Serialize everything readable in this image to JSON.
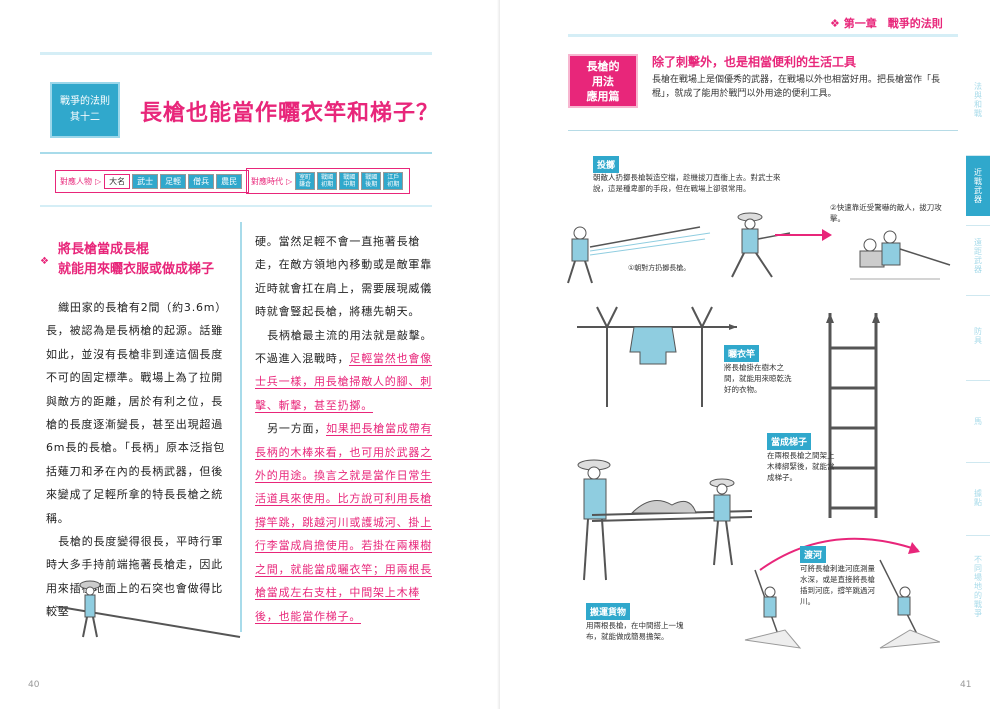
{
  "left_page": {
    "title_box": {
      "line1": "戰爭的法則",
      "line2": "其十二"
    },
    "main_title": "長槍也能當作曬衣竿和梯子？",
    "tags_people": {
      "label": "對應人物",
      "items": [
        {
          "text": "大名",
          "active": true
        },
        {
          "text": "武士",
          "active": false
        },
        {
          "text": "足輕",
          "active": false
        },
        {
          "text": "僧兵",
          "active": false
        },
        {
          "text": "農民",
          "active": false
        }
      ]
    },
    "tags_era": {
      "label": "對應時代",
      "items": [
        {
          "line1": "室町",
          "line2": "鎌倉"
        },
        {
          "line1": "戰國",
          "line2": "初期"
        },
        {
          "line1": "戰國",
          "line2": "中期"
        },
        {
          "line1": "戰國",
          "line2": "後期"
        },
        {
          "line1": "江戶",
          "line2": "初期"
        }
      ]
    },
    "subhead": {
      "line1": "將長槍當成長棍",
      "line2": "就能用來曬衣服或做成梯子"
    },
    "left_col": [
      "織田家的長槍有2間（約3.6m）長，被認為是長柄槍的起源。話雖如此，並沒有長槍非到達這個長度不可的固定標準。戰場上為了拉開與敵方的距離，居於有利之位，長槍的長度逐漸變長，甚至出現超過6m長的長槍。「長柄」原本泛指包括薙刀和矛在內的長柄武器，但後來變成了足輕所拿的特長長槍之統稱。",
      "長槍的長度變得很長，平時行軍時大多手持前端拖著長槍走，因此用來插在地面上的石突也會做得比較堅"
    ],
    "right_col": {
      "p1": "硬。當然足輕不會一直拖著長槍走，在敵方領地內移動或是敵軍靠近時就會扛在肩上，需要展現威儀時就會豎起長槍，將穗先朝天。",
      "p2_a": "長柄槍最主流的用法就是敲擊。不過進入混戰時，",
      "p2_b": "足輕當然也會像士兵一樣，用長槍掃敵人的腳、刺擊、斬擊，甚至扔擲。",
      "p3_a": "另一方面，",
      "p3_b": "如果把長槍當成帶有長柄的木棒來看，也可用於武器之外的用途。換言之就是當作日常生活道具來使用。比方說可利用長槍撐竿跳，跳越河川或護城河、掛上行李當成肩擔使用。若掛在兩棵樹之間，就能當成曬衣竿；用兩根長槍當成左右支柱，中間架上木棒後，也能當作梯子。"
    },
    "page_number": "40"
  },
  "right_page": {
    "chapter": "第一章　戰爭的法則",
    "use_box": {
      "line1": "長槍的",
      "line2": "用法",
      "line3": "應用篇"
    },
    "use_title": "除了刺擊外，也是相當便利的生活工具",
    "use_desc": "長槍在戰場上是個優秀的武器，在戰場以外也相當好用。把長槍當作「長棍」，就成了能用於戰鬥以外用途的便利工具。",
    "throw": {
      "title": "投擲",
      "text": "朝敵人扔擲長槍製造空檔，趁機拔刀直衝上去。對武士來說，這是種卑鄙的手段，但在戰場上卻很常用。",
      "step1": "①朝對方扔擲長槍。",
      "step2": "②快速靠近受驚嚇的敵人，拔刀攻擊。"
    },
    "drying": {
      "title": "曬衣竿",
      "text": "將長槍掛在樹木之間，就能用來晾乾洗好的衣物。"
    },
    "ladder": {
      "title": "當成梯子",
      "text": "在兩根長槍之間架上木棒綁緊後，就能當成梯子。"
    },
    "river": {
      "title": "渡河",
      "text": "可將長槍刺進河底測量水深，或是直接將長槍插到河底，撐竿跳過河川。"
    },
    "cargo": {
      "title": "搬運貨物",
      "text": "用兩根長槍，在中間搭上一塊布，就能做成簡易擔架。"
    },
    "side_tabs": [
      {
        "text": "法與和戰",
        "active": false
      },
      {
        "text": "近戰武器",
        "active": true
      },
      {
        "text": "遠距武器",
        "active": false
      },
      {
        "text": "防具",
        "active": false
      },
      {
        "text": "馬",
        "active": false
      },
      {
        "text": "據點",
        "active": false
      },
      {
        "text": "不同場地的戰爭",
        "active": false
      }
    ],
    "page_number": "41"
  },
  "colors": {
    "accent": "#e8267a",
    "primary": "#30a8cc",
    "light": "#d5eef6"
  }
}
